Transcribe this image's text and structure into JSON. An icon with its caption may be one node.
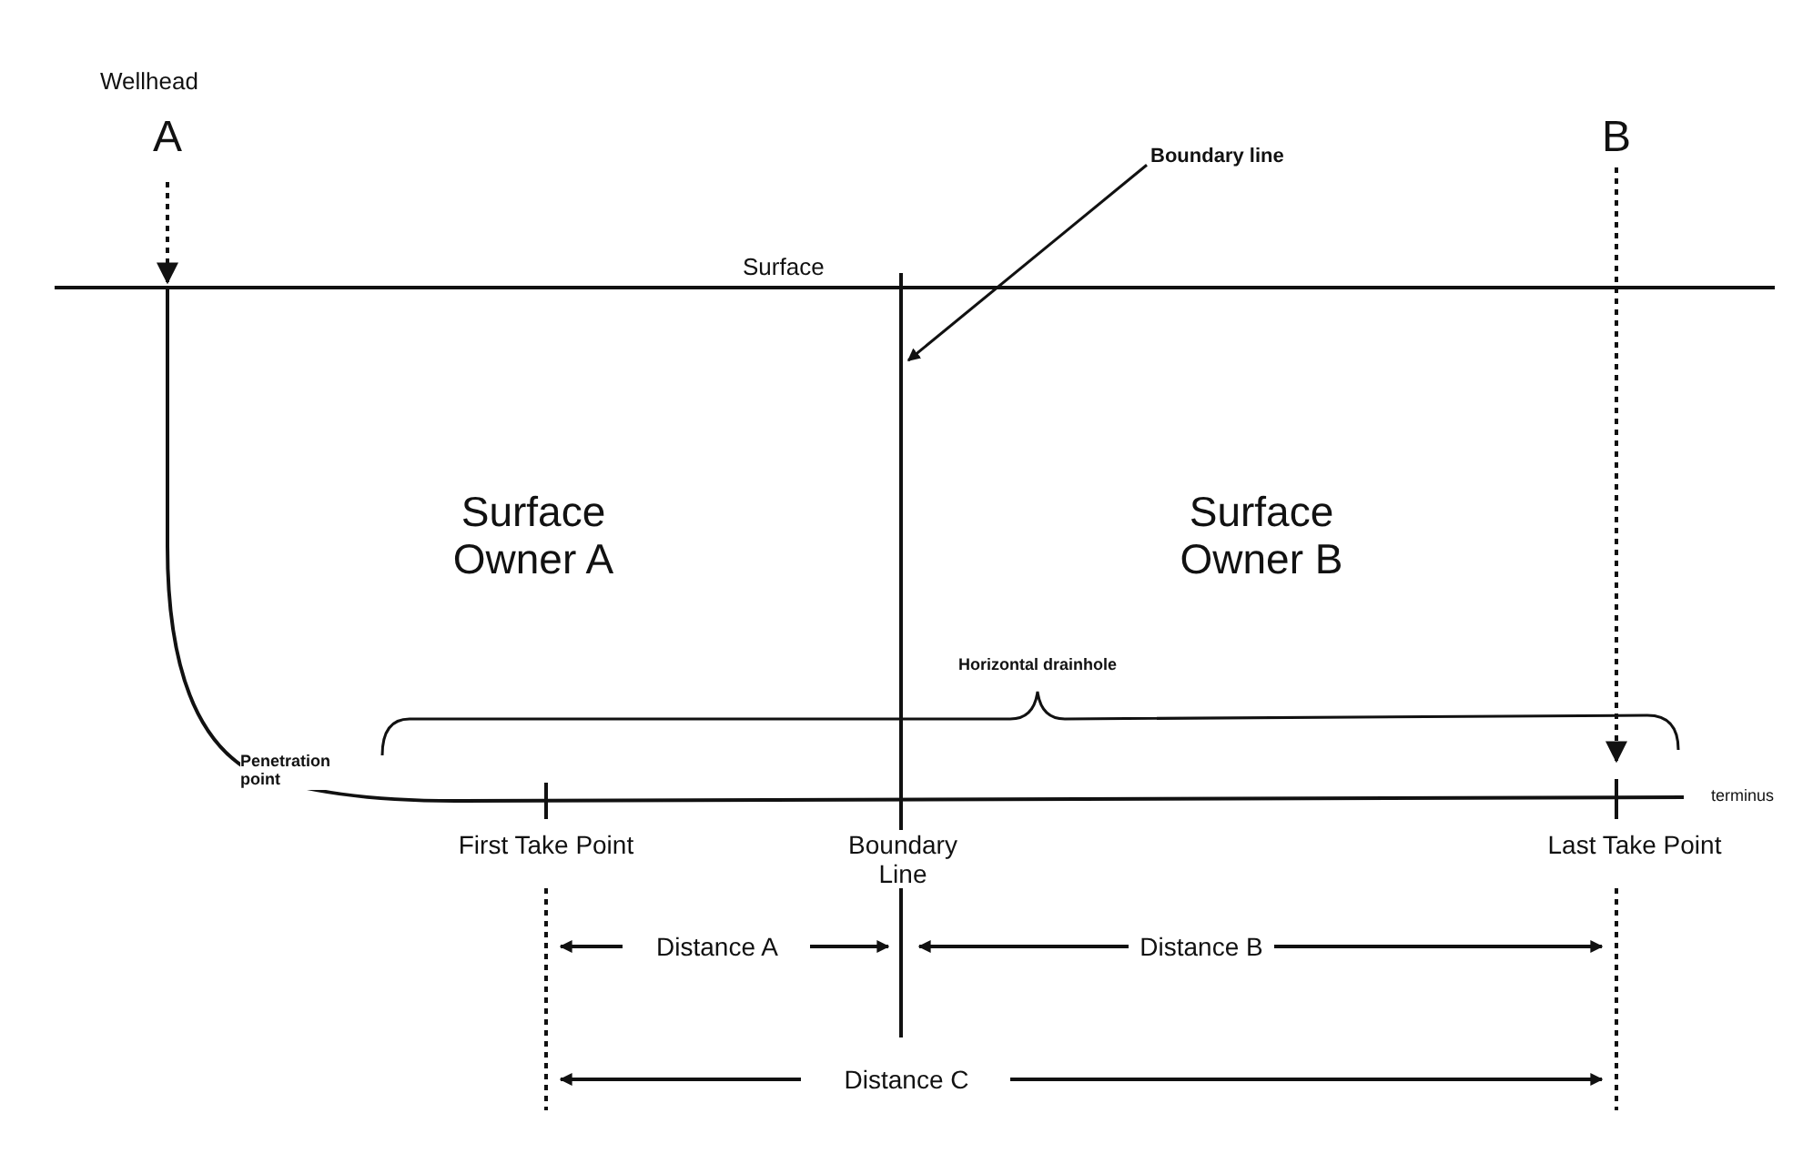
{
  "diagram": {
    "nodes": [
      {
        "text": [
          "Boundary line"
        ]
      },
      {
        "text": [],
        "shape": "bar"
      }
    ],
    "edges": [
      {
        "from": 0,
        "to": 1,
        "arrow": "to"
      }
    ],
    "labels": [
      "Wellhead",
      "A",
      "B",
      "Surface",
      "Surface Owner A",
      "Surface Owner B",
      "Horizontal drainhole",
      "Penetration point",
      "terminus",
      "First Take Point",
      "Boundary Line",
      "Last Take Point",
      "Distance A",
      "Distance B",
      "Distance C"
    ]
  }
}
